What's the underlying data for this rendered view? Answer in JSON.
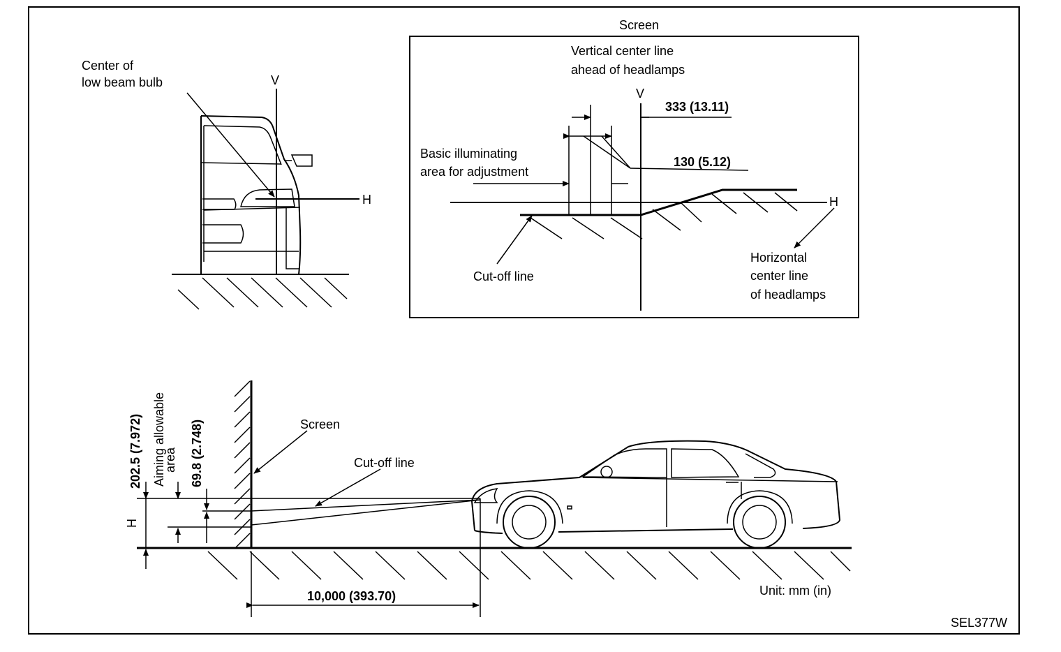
{
  "top_left": {
    "bulb_label_line1": "Center of",
    "bulb_label_line2": "low beam bulb",
    "v_label": "V",
    "h_label": "H"
  },
  "screen_panel": {
    "title": "Screen",
    "vcl_line1": "Vertical center line",
    "vcl_line2": "ahead of headlamps",
    "v_label": "V",
    "dim_333": "333 (13.11)",
    "dim_130": "130 (5.12)",
    "basic_line1": "Basic illuminating",
    "basic_line2": "area for adjustment",
    "h_label": "H",
    "cutoff_label": "Cut-off line",
    "hcl_line1": "Horizontal",
    "hcl_line2": "center line",
    "hcl_line3": "of headlamps"
  },
  "bottom": {
    "dim_202": "202.5 (7.972)",
    "aiming_line1": "Aiming allowable",
    "aiming_line2": "area",
    "dim_69": "69.8 (2.748)",
    "h_label": "H",
    "screen_label": "Screen",
    "cutoff_label": "Cut-off line",
    "distance": "10,000 (393.70)",
    "unit": "Unit: mm (in)"
  },
  "figure_code": "SEL377W"
}
